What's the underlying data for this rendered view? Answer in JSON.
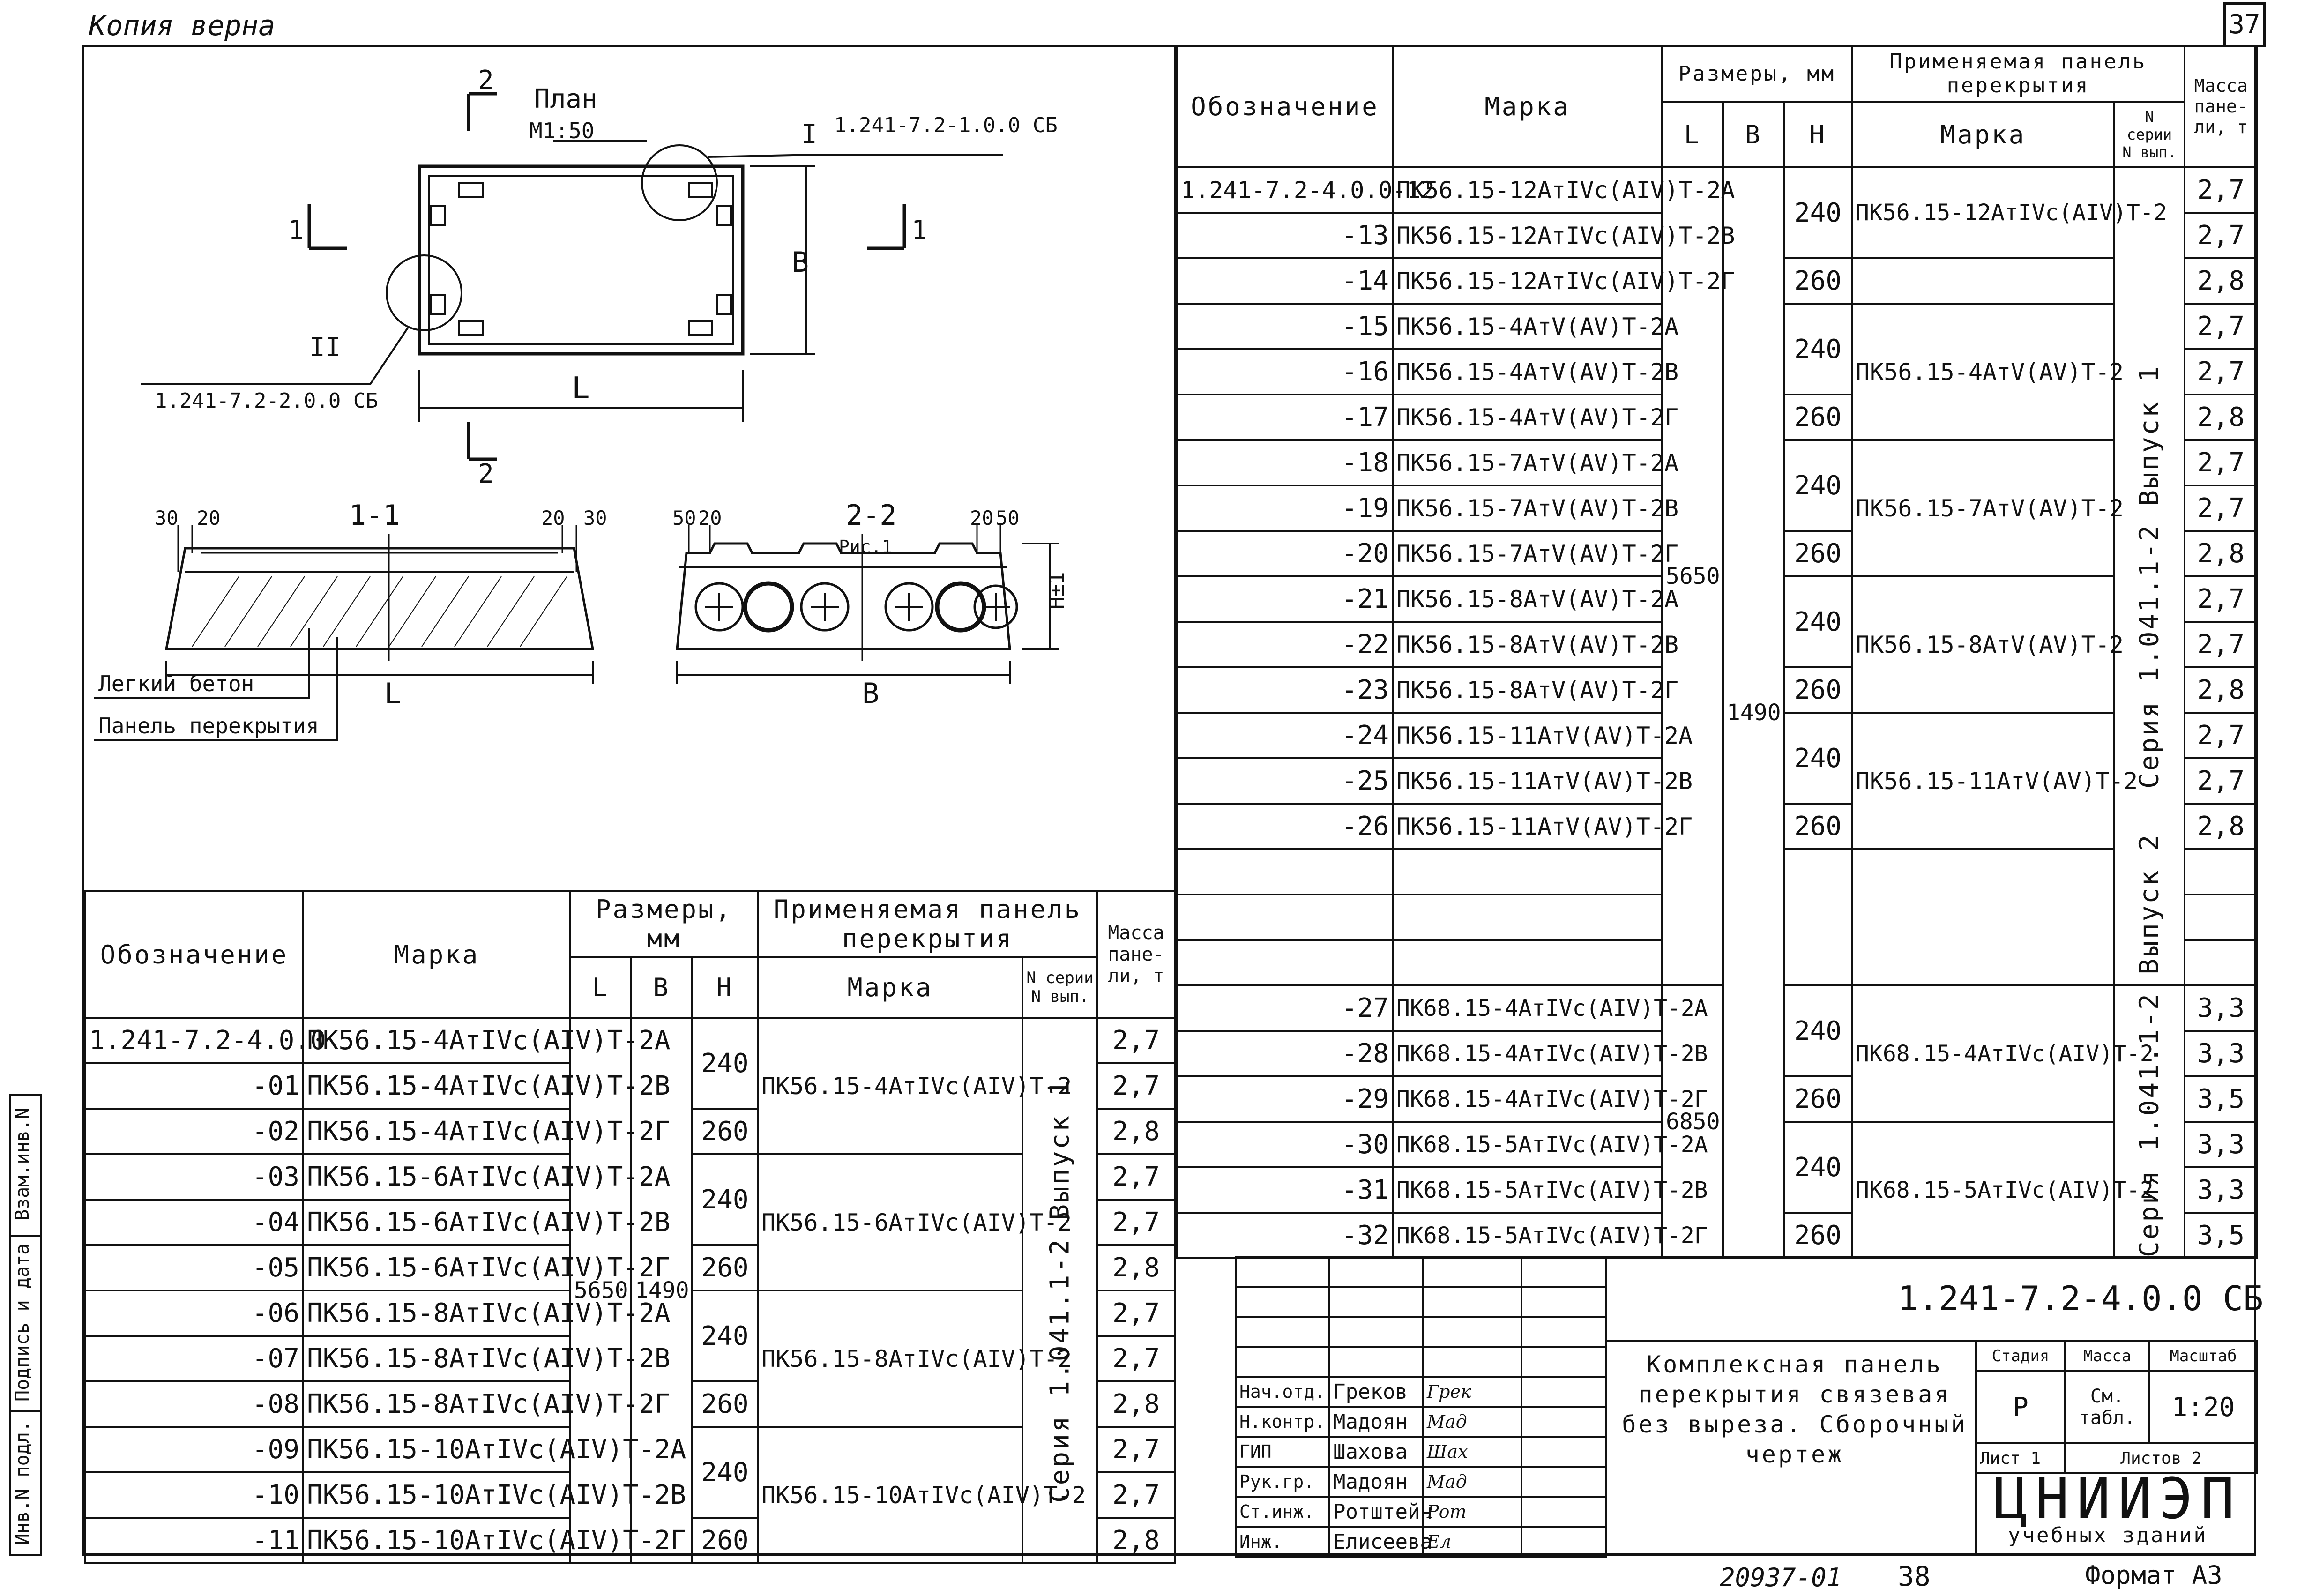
{
  "header": {
    "copy_note": "Копия верна",
    "sheet_number": "37"
  },
  "plan": {
    "title": "План",
    "scale": "М1:50",
    "callout_1": "I",
    "callout_1_ref": "1.241-7.2-1.0.0 СБ",
    "callout_2": "II",
    "callout_2_ref": "1.241-7.2-2.0.0 СБ",
    "label_L": "L",
    "label_B": "B",
    "cut_1": "1",
    "cut_2": "2"
  },
  "section_1": {
    "title": "1-1",
    "dim_30": "30",
    "dim_20": "20",
    "label_L": "L"
  },
  "section_2": {
    "title": "2-2",
    "subtitle": "Рис.1",
    "dim_50": "50",
    "dim_20": "20",
    "label_B": "B",
    "label_H": "H±1"
  },
  "legend": {
    "item1": "Легкий бетон",
    "item2": "Панель перекрытия"
  },
  "table_headers": {
    "designation": "Обозначение",
    "mark": "Марка",
    "dimensions": "Размеры, мм",
    "L": "L",
    "B": "B",
    "H": "H",
    "applied_panel": "Применяемая панель перекрытия",
    "panel_mark": "Марка",
    "series_no": "N серии N вып.",
    "mass": "Масса пане- ли, т"
  },
  "left_table": {
    "rows": [
      {
        "designation": "1.241-7.2-4.0.0",
        "mark": "ПК56.15-4АтIVс(АIV)Т-2А",
        "mass": "2,7"
      },
      {
        "designation": "-01",
        "mark": "ПК56.15-4АтIVс(АIV)Т-2В",
        "mass": "2,7"
      },
      {
        "designation": "-02",
        "mark": "ПК56.15-4АтIVс(АIV)Т-2Г",
        "mass": "2,8"
      },
      {
        "designation": "-03",
        "mark": "ПК56.15-6АтIVс(АIV)Т-2А",
        "mass": "2,7"
      },
      {
        "designation": "-04",
        "mark": "ПК56.15-6АтIVс(АIV)Т-2В",
        "mass": "2,7"
      },
      {
        "designation": "-05",
        "mark": "ПК56.15-6АтIVс(АIV)Т-2Г",
        "mass": "2,8"
      },
      {
        "designation": "-06",
        "mark": "ПК56.15-8АтIVс(АIV)Т-2А",
        "mass": "2,7"
      },
      {
        "designation": "-07",
        "mark": "ПК56.15-8АтIVс(АIV)Т-2В",
        "mass": "2,7"
      },
      {
        "designation": "-08",
        "mark": "ПК56.15-8АтIVс(АIV)Т-2Г",
        "mass": "2,8"
      },
      {
        "designation": "-09",
        "mark": "ПК56.15-10АтIVс(АIV)Т-2А",
        "mass": "2,7"
      },
      {
        "designation": "-10",
        "mark": "ПК56.15-10АтIVс(АIV)Т-2В",
        "mass": "2,7"
      },
      {
        "designation": "-11",
        "mark": "ПК56.15-10АтIVс(АIV)Т-2Г",
        "mass": "2,8"
      }
    ],
    "L": "5650",
    "B": "1490",
    "H240": "240",
    "H260": "260",
    "panels": [
      "ПК56.15-4АтIVс(АIV)Т-2",
      "ПК56.15-6АтIVс(АIV)Т-2",
      "ПК56.15-8АтIVс(АIV)Т-2",
      "ПК56.15-10АтIVс(АIV)Т-2"
    ],
    "series": "Серия 1.041.1-2 Выпуск 1"
  },
  "right_table": {
    "rows": [
      {
        "designation": "1.241-7.2-4.0.0-12",
        "mark": "ПК56.15-12АтIVс(АIV)Т-2А",
        "mass": "2,7"
      },
      {
        "designation": "-13",
        "mark": "ПК56.15-12АтIVс(АIV)Т-2В",
        "mass": "2,7"
      },
      {
        "designation": "-14",
        "mark": "ПК56.15-12АтIVс(АIV)Т-2Г",
        "mass": "2,8"
      },
      {
        "designation": "-15",
        "mark": "ПК56.15-4АтV(АV)Т-2А",
        "mass": "2,7"
      },
      {
        "designation": "-16",
        "mark": "ПК56.15-4АтV(АV)Т-2В",
        "mass": "2,7"
      },
      {
        "designation": "-17",
        "mark": "ПК56.15-4АтV(АV)Т-2Г",
        "mass": "2,8"
      },
      {
        "designation": "-18",
        "mark": "ПК56.15-7АтV(АV)Т-2А",
        "mass": "2,7"
      },
      {
        "designation": "-19",
        "mark": "ПК56.15-7АтV(АV)Т-2В",
        "mass": "2,7"
      },
      {
        "designation": "-20",
        "mark": "ПК56.15-7АтV(АV)Т-2Г",
        "mass": "2,8"
      },
      {
        "designation": "-21",
        "mark": "ПК56.15-8АтV(АV)Т-2А",
        "mass": "2,7"
      },
      {
        "designation": "-22",
        "mark": "ПК56.15-8АтV(АV)Т-2В",
        "mass": "2,7"
      },
      {
        "designation": "-23",
        "mark": "ПК56.15-8АтV(АV)Т-2Г",
        "mass": "2,8"
      },
      {
        "designation": "-24",
        "mark": "ПК56.15-11АтV(АV)Т-2А",
        "mass": "2,7"
      },
      {
        "designation": "-25",
        "mark": "ПК56.15-11АтV(АV)Т-2В",
        "mass": "2,7"
      },
      {
        "designation": "-26",
        "mark": "ПК56.15-11АтV(АV)Т-2Г",
        "mass": "2,8"
      }
    ],
    "rows2": [
      {
        "designation": "-27",
        "mark": "ПК68.15-4АтIVс(АIV)Т-2А",
        "mass": "3,3"
      },
      {
        "designation": "-28",
        "mark": "ПК68.15-4АтIVс(АIV)Т-2В",
        "mass": "3,3"
      },
      {
        "designation": "-29",
        "mark": "ПК68.15-4АтIVс(АIV)Т-2Г",
        "mass": "3,5"
      },
      {
        "designation": "-30",
        "mark": "ПК68.15-5АтIVс(АIV)Т-2А",
        "mass": "3,3"
      },
      {
        "designation": "-31",
        "mark": "ПК68.15-5АтIVс(АIV)Т-2В",
        "mass": "3,3"
      },
      {
        "designation": "-32",
        "mark": "ПК68.15-5АтIVс(АIV)Т-2Г",
        "mass": "3,5"
      }
    ],
    "L1": "5650",
    "L2": "6850",
    "B": "1490",
    "H240": "240",
    "H260": "260",
    "panels1": [
      "ПК56.15-12АтIVс(АIV)Т-2",
      "ПК56.15-4АтV(АV)Т-2",
      "ПК56.15-7АтV(АV)Т-2",
      "ПК56.15-8АтV(АV)Т-2",
      "ПК56.15-11АтV(АV)Т-2"
    ],
    "panels2": [
      "ПК68.15-4АтIVс(АIV)Т-2",
      "ПК68.15-5АтIVс(АIV)Т-2"
    ],
    "series1": "Серия 1.041.1-2 Выпуск 1",
    "series2": "Серия 1.041.1-2 Выпуск 2"
  },
  "title_block": {
    "doc_code": "1.241-7.2-4.0.0 СБ",
    "title": "Комплексная панель перекрытия связевая без выреза. Сборочный чертеж",
    "stage_label": "Стадия",
    "mass_label": "Масса",
    "scale_label": "Масштаб",
    "stage": "Р",
    "mass": "См. табл.",
    "scale": "1:20",
    "sheet": "Лист 1",
    "sheets": "Листов 2",
    "org": "ЦНИИЭП",
    "org_sub": "учебных зданий",
    "roles": [
      {
        "role": "Нач.отд.",
        "name": "Греков",
        "sig": "Грек"
      },
      {
        "role": "Н.контр.",
        "name": "Мадоян",
        "sig": "Мад"
      },
      {
        "role": "ГИП",
        "name": "Шахова",
        "sig": "Шах"
      },
      {
        "role": "Рук.гр.",
        "name": "Мадоян",
        "sig": "Мад"
      },
      {
        "role": "Ст.инж.",
        "name": "Ротштейн",
        "sig": "Рот"
      },
      {
        "role": "Инж.",
        "name": "Елисеева",
        "sig": "Ел"
      }
    ]
  },
  "side_stamp": [
    "Инв.N подл.",
    "Подпись и дата",
    "Взам.инв.N"
  ],
  "footer": {
    "number": "20937-01",
    "page": "38",
    "format": "Формат А3"
  }
}
